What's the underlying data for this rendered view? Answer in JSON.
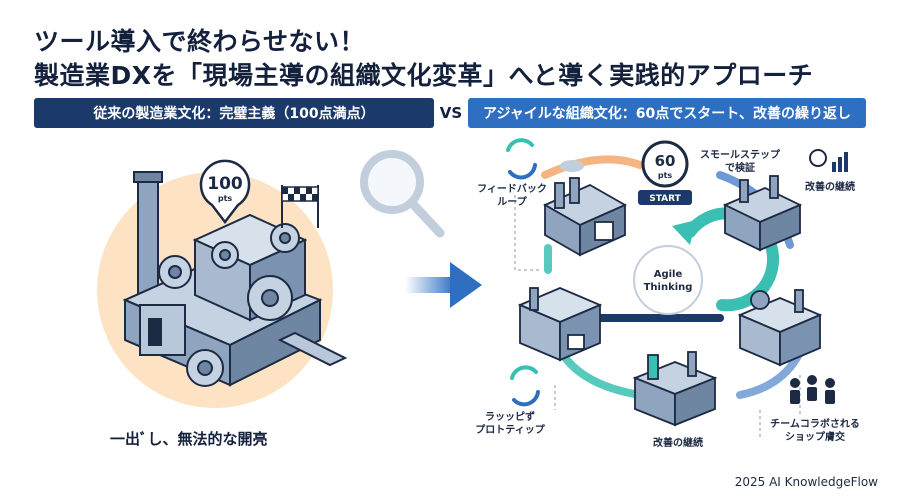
{
  "title": {
    "line1": "ツール導入で終わらせない！",
    "line2": "製造業DXを「現場主導の組織文化変革」へと導く実践的アプローチ"
  },
  "banners": {
    "left": "従来の製造業文化：完璧主義（100点満点）",
    "vs": "VS",
    "right": "アジャイルな組織文化：60点でスタート、改善の繰り返し"
  },
  "left_panel": {
    "badge_value": "100",
    "badge_unit": "pts",
    "caption": "一出ﾞし、無法的な開亮"
  },
  "right_panel": {
    "badge_value": "60",
    "badge_unit": "pts",
    "start_label": "START",
    "center_line1": "Agile",
    "center_line2": "Thinking",
    "labels": {
      "feedback_line1": "フィードバック",
      "feedback_line2": "ループ",
      "small_step_line1": "スモールステップ",
      "small_step_line2": "で検証",
      "improve_top": "改善の継続",
      "rapid_line1": "ラッッピず",
      "rapid_line2": "プロトティップ",
      "improve_bottom": "改善の継続",
      "team_line1": "チームコラボされる",
      "team_line2": "ショップ膚交"
    }
  },
  "footer": "2025 AI KnowledgeFlow",
  "colors": {
    "navy": "#1b3a6b",
    "blue": "#2f6fc2",
    "teal": "#3bbfb2",
    "peach": "#fde3c4",
    "orange": "#f4a86a"
  }
}
